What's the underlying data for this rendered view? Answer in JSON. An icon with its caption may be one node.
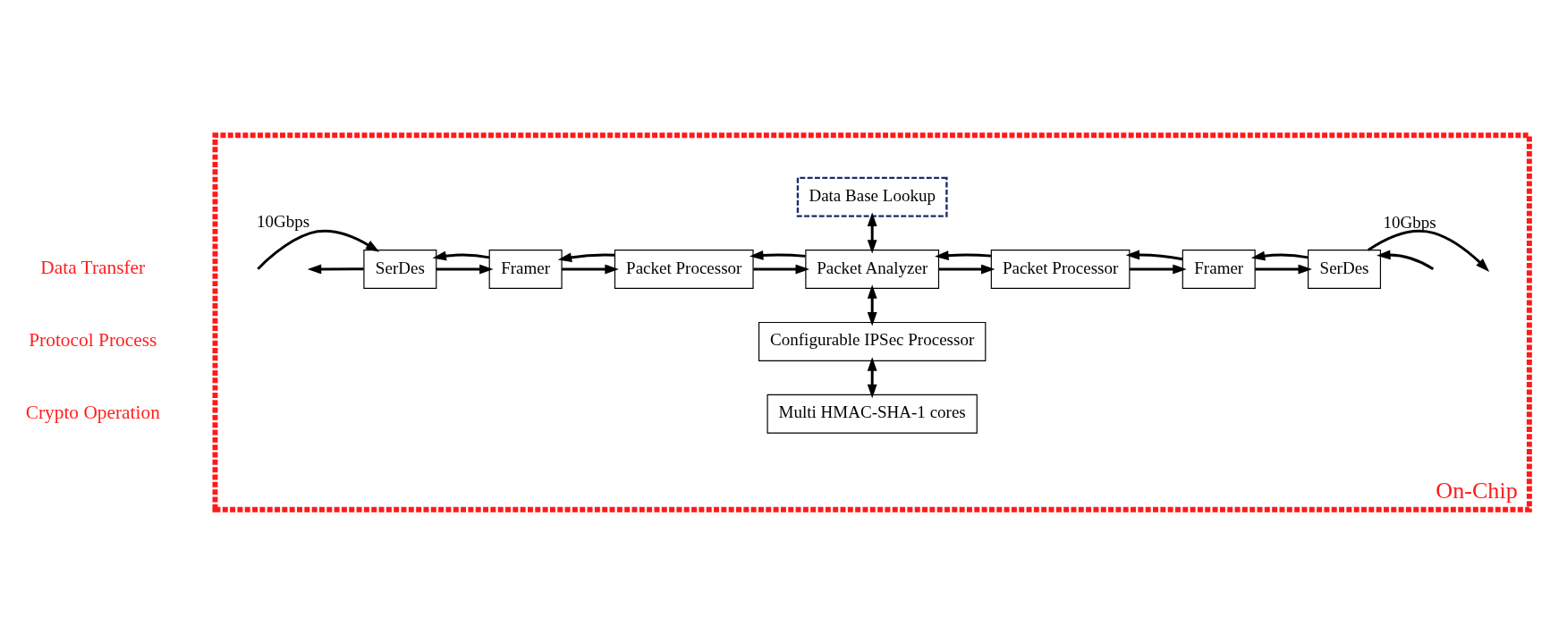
{
  "diagram": {
    "nodes": [
      {
        "text": [
          "On-Chip"
        ]
      },
      {
        "text": [
          "Data Base Lookup"
        ],
        "in": 0
      },
      {
        "text": [
          "SerDes"
        ],
        "in": 0
      },
      {
        "text": [
          "Framer"
        ],
        "in": 0
      },
      {
        "text": [
          "Packet Processor"
        ],
        "in": 0
      },
      {
        "text": [
          "Packet Analyzer"
        ],
        "in": 0
      },
      {
        "text": [
          "Packet Processor"
        ],
        "in": 0
      },
      {
        "text": [
          "Framer"
        ],
        "in": 0
      },
      {
        "text": [
          "SerDes"
        ],
        "in": 0
      },
      {
        "text": [
          "Configurable IPSec Processor"
        ],
        "in": 0
      },
      {
        "text": [
          "Multi HMAC-SHA-1 cores"
        ],
        "in": 0
      }
    ],
    "edges": [
      {
        "from": null,
        "to": 2,
        "arrow": "to",
        "label": "10Gbps"
      },
      {
        "from": 2,
        "to": null,
        "arrow": "to"
      },
      {
        "from": 2,
        "to": 3,
        "arrow": "to"
      },
      {
        "from": 3,
        "to": 2,
        "arrow": "to"
      },
      {
        "from": 3,
        "to": 4,
        "arrow": "to"
      },
      {
        "from": 4,
        "to": 3,
        "arrow": "to"
      },
      {
        "from": 4,
        "to": 5,
        "arrow": "to"
      },
      {
        "from": 5,
        "to": 4,
        "arrow": "to"
      },
      {
        "from": 5,
        "to": 6,
        "arrow": "to"
      },
      {
        "from": 6,
        "to": 5,
        "arrow": "to"
      },
      {
        "from": 6,
        "to": 7,
        "arrow": "to"
      },
      {
        "from": 7,
        "to": 6,
        "arrow": "to"
      },
      {
        "from": 7,
        "to": 8,
        "arrow": "to"
      },
      {
        "from": 8,
        "to": 7,
        "arrow": "to"
      },
      {
        "from": 8,
        "to": null,
        "arrow": "to",
        "label": "10Gbps"
      },
      {
        "from": null,
        "to": 8,
        "arrow": "to"
      },
      {
        "from": 1,
        "to": 5,
        "arrow": "both"
      },
      {
        "from": 5,
        "to": 9,
        "arrow": "both"
      },
      {
        "from": 9,
        "to": 10,
        "arrow": "both"
      }
    ],
    "labels": [
      "Data Transfer",
      "Protocol Process",
      "Crypto Operation"
    ]
  }
}
